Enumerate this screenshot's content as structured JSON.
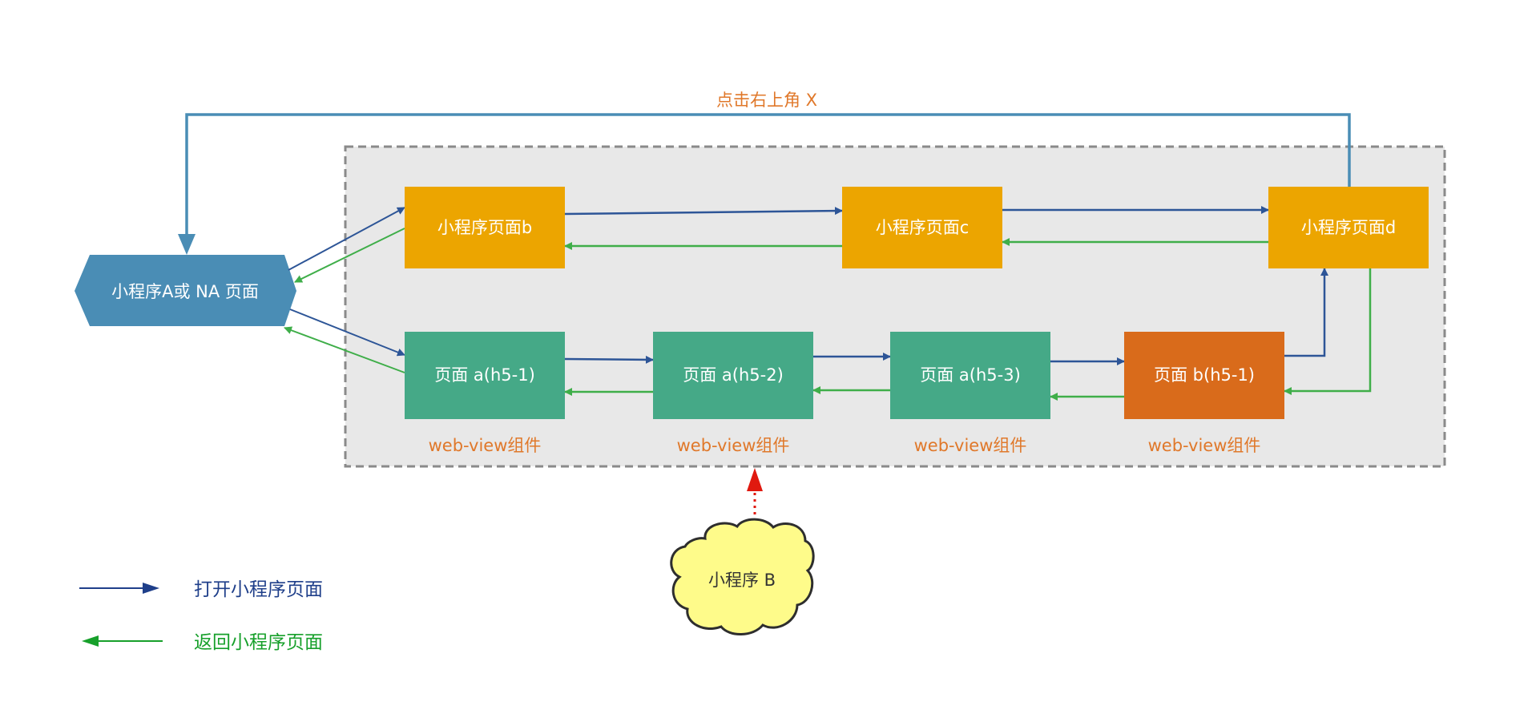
{
  "diagram": {
    "colors": {
      "open_arrow": "#2d5597",
      "return_arrow": "#3fae49",
      "close_arrow": "#4a8db5",
      "mini_page": "#eca500",
      "h5_page": "#45a987",
      "h5_page_other": "#d96b1b",
      "entry_node": "#4a8db5",
      "container_fill": "#e8e8e8",
      "container_border": "#8a8a8a",
      "label": "#e0782a",
      "cloud_fill": "#fefb8a",
      "external_arrow": "#e0190f"
    },
    "close_label": "点击右上角 X",
    "entry_node": {
      "label": "小程序A或 NA 页面"
    },
    "mini_pages": [
      {
        "id": "b",
        "label": "小程序页面b"
      },
      {
        "id": "c",
        "label": "小程序页面c"
      },
      {
        "id": "d",
        "label": "小程序页面d"
      }
    ],
    "h5_pages": [
      {
        "id": "a1",
        "label": "页面 a(h5-1)",
        "caption": "web-view组件"
      },
      {
        "id": "a2",
        "label": "页面 a(h5-2)",
        "caption": "web-view组件"
      },
      {
        "id": "a3",
        "label": "页面 a(h5-3)",
        "caption": "web-view组件"
      },
      {
        "id": "b1",
        "label": "页面 b(h5-1)",
        "caption": "web-view组件"
      }
    ],
    "external_node": {
      "label": "小程序 B"
    },
    "legend": [
      {
        "kind": "open",
        "label": "打开小程序页面",
        "color": "#1f3f8a"
      },
      {
        "kind": "return",
        "label": "返回小程序页面",
        "color": "#17a02b"
      }
    ]
  }
}
